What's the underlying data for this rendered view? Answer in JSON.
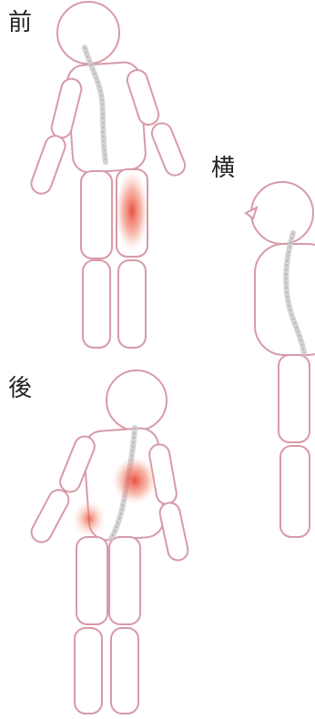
{
  "labels": {
    "front": "前",
    "side": "横",
    "back": "後"
  },
  "colors": {
    "outline": "#d79aa8",
    "pain": "#e8463a",
    "pain_light": "#f5b7a8"
  },
  "pain_areas": {
    "front": [
      "right-thigh"
    ],
    "side": [],
    "back": [
      "upper-back-right",
      "left-hip"
    ]
  }
}
